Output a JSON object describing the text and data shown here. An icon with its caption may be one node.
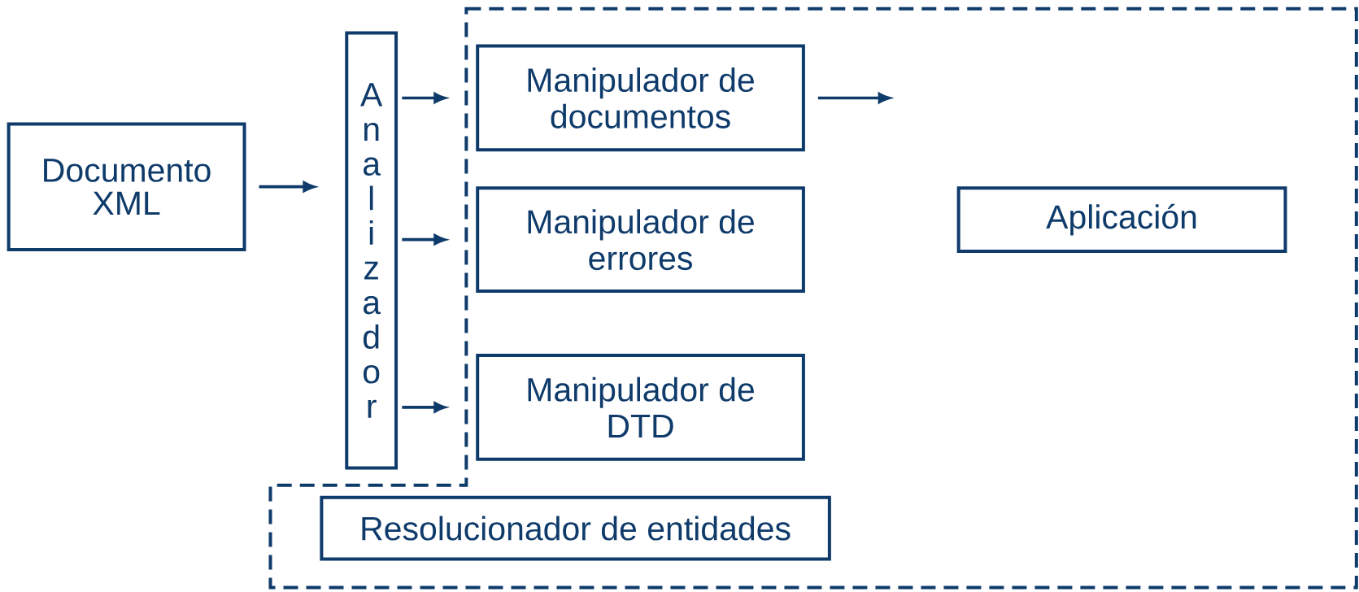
{
  "diagram": {
    "nodes": [
      {
        "text": [],
        "shape": "box"
      },
      {
        "text": [
          "Documento XML"
        ]
      },
      {
        "text": [
          "Analizador"
        ]
      },
      {
        "text": [
          "Manipulador de documentos"
        ],
        "in": 0
      },
      {
        "text": [
          "Manipulador de errores"
        ],
        "in": 0
      },
      {
        "text": [
          "Manipulador de DTD"
        ],
        "in": 0
      },
      {
        "text": [
          "Aplicación"
        ],
        "in": 0
      },
      {
        "text": [
          "Resolucionador de entidades"
        ],
        "in": 0
      }
    ],
    "edges": [
      {
        "from": 1,
        "to": 2,
        "arrow": "to"
      },
      {
        "from": 2,
        "to": 3,
        "arrow": "to"
      },
      {
        "from": 2,
        "to": 4,
        "arrow": "to"
      },
      {
        "from": 2,
        "to": 5,
        "arrow": "to"
      },
      {
        "from": 3,
        "to": null,
        "arrow": "to"
      }
    ]
  }
}
